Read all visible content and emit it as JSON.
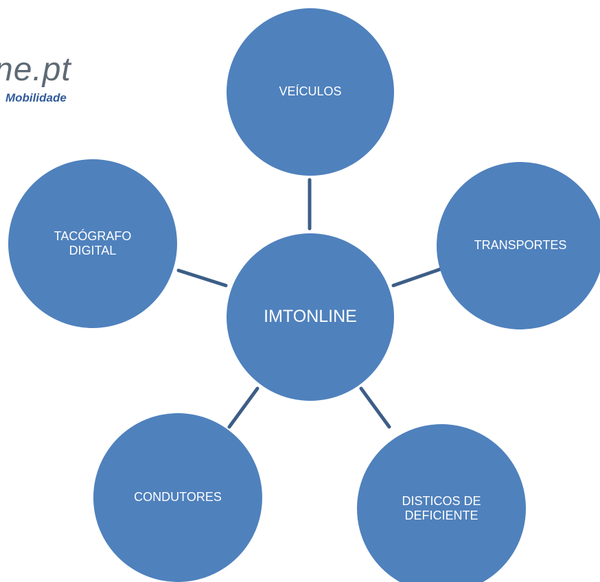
{
  "logo": {
    "main_text": "ne.pt",
    "sub_text": "Mobilidade"
  },
  "diagram": {
    "center": {
      "label": "IMTONLINE",
      "color": "#4F81BD"
    },
    "nodes": [
      {
        "label": "VEÍCULOS"
      },
      {
        "label": "TRANSPORTES"
      },
      {
        "label": "DISTICOS DE\nDEFICIENTE"
      },
      {
        "label": "CONDUTORES"
      },
      {
        "label": "TACÓGRAFO\nDIGITAL"
      }
    ],
    "connector_color": "#3C5E87",
    "node_color": "#4F81BD"
  }
}
